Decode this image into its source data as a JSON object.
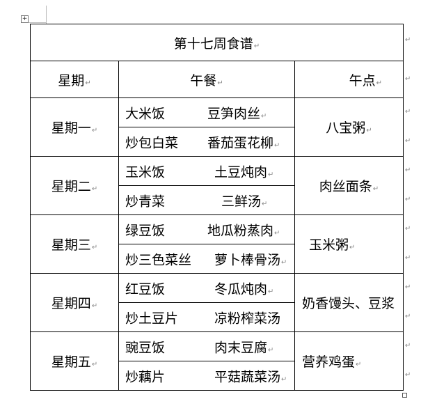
{
  "title": "第十七周食谱",
  "headers": {
    "day": "星期",
    "lunch": "午餐",
    "snack": "午点"
  },
  "days": [
    {
      "day": "星期一",
      "lunch": [
        [
          "大米饭",
          "豆笋肉丝"
        ],
        [
          "炒包白菜",
          "番茄蛋花柳"
        ]
      ],
      "snack": "八宝粥"
    },
    {
      "day": "星期二",
      "lunch": [
        [
          "玉米饭",
          "土豆炖肉"
        ],
        [
          "炒青菜",
          "三鲜汤"
        ]
      ],
      "snack": "肉丝面条"
    },
    {
      "day": "星期三",
      "lunch": [
        [
          "绿豆饭",
          "地瓜粉蒸肉"
        ],
        [
          "炒三色菜丝",
          "萝卜棒骨汤"
        ]
      ],
      "snack": "玉米粥"
    },
    {
      "day": "星期四",
      "lunch": [
        [
          "红豆饭",
          "冬瓜炖肉"
        ],
        [
          "炒土豆片",
          "凉粉榨菜汤"
        ]
      ],
      "snack": "奶香馒头、豆浆"
    },
    {
      "day": "星期五",
      "lunch": [
        [
          "豌豆饭",
          "肉末豆腐"
        ],
        [
          "炒藕片",
          "平菇蔬菜汤"
        ]
      ],
      "snack": "营养鸡蛋"
    }
  ],
  "icons": {
    "move_handle": "table-move-icon",
    "resize_handle": "table-resize-icon",
    "cell_end_mark": "cell-end-mark-icon"
  }
}
